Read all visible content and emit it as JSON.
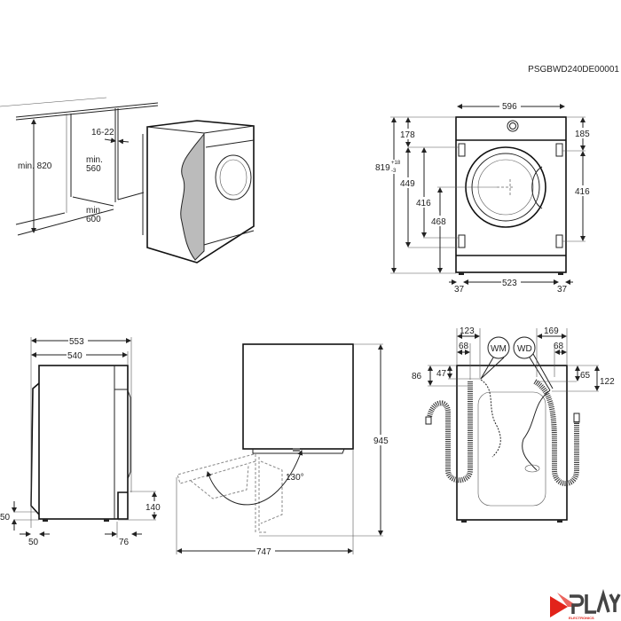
{
  "document_code": "PSGBWD240DE00001",
  "install_view": {
    "height_min": "min. 820",
    "gap": "16-22",
    "width_min_label": "min.",
    "width_min_value": "560",
    "depth_min_label": "min.",
    "depth_min_value": "600"
  },
  "front_view": {
    "width": "596",
    "top_left": "178",
    "top_right": "185",
    "height": "819",
    "height_tol_plus": "+18",
    "height_tol_minus": "-3",
    "left_449": "449",
    "left_416": "416",
    "left_468": "468",
    "right_416": "416",
    "foot_left": "37",
    "foot_span": "523",
    "foot_right": "37"
  },
  "side_view": {
    "depth_total": "553",
    "depth_body": "540",
    "bottom_height": "140",
    "door_offset_v": "50",
    "door_offset_h": "50",
    "rear_offset": "76"
  },
  "door_view": {
    "total_height": "945",
    "depth_open": "747",
    "angle": "130°"
  },
  "rear_view": {
    "left_outer": "123",
    "left_inner": "68",
    "right_outer": "169",
    "right_inner": "68",
    "wm": "WM",
    "wd": "WD",
    "h86": "86",
    "h47": "47",
    "h65": "65",
    "h122": "122"
  },
  "logo": {
    "text": "PLAY",
    "sub": "ELECTRONICS",
    "color": "#e2231a"
  }
}
